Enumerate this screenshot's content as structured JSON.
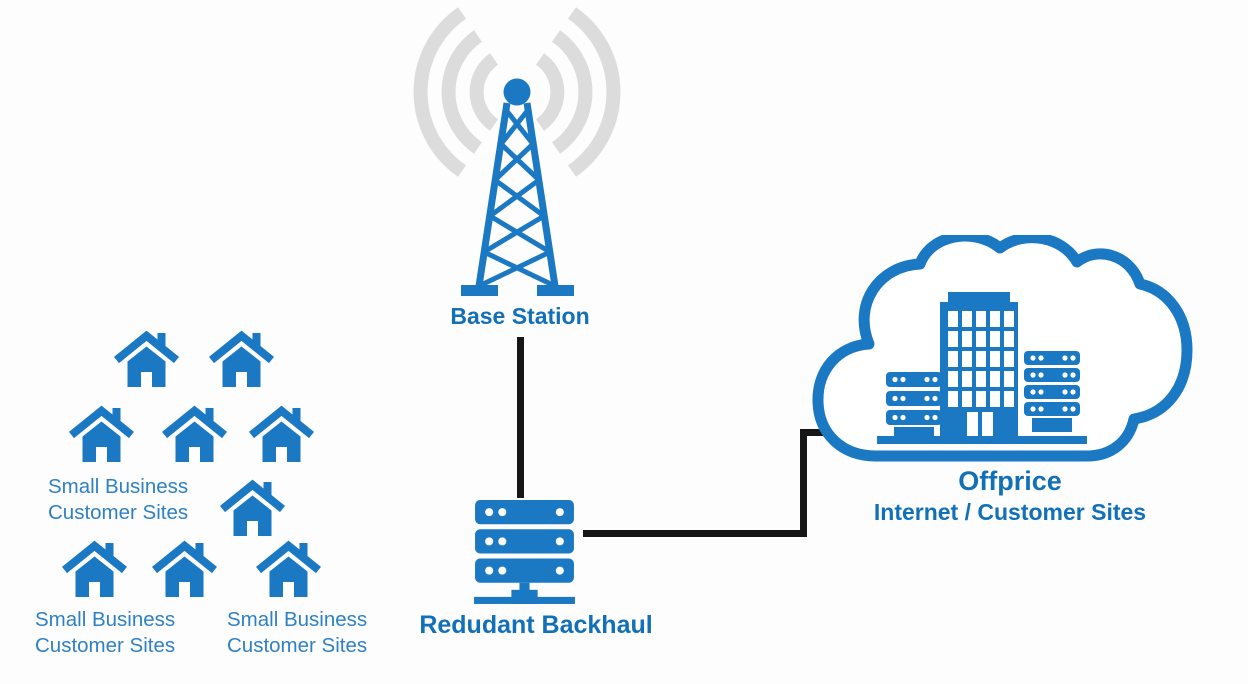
{
  "page": {
    "background": "#fdfdfe"
  },
  "colors": {
    "icon_blue": "#1b78c2",
    "label_blue": "#1270b8",
    "secondary_blue": "#2f81c3",
    "wave_gray": "#dcdcdc",
    "line_black": "#161616",
    "bg": "#fdfdfe"
  },
  "icons": {
    "base_station": "cell-tower-icon",
    "base_station_signal": "radio-waves-icon",
    "customer_site": "house-icon",
    "backhaul": "server-rack-icon",
    "cloud": "cloud-icon",
    "cloud_building": "office-building-icon",
    "cloud_left_rack": "server-rack-icon",
    "cloud_right_rack": "server-rack-icon"
  },
  "nodes": {
    "base_station": {
      "label": "Base Station"
    },
    "backhaul": {
      "label": "Redudant Backhaul"
    },
    "cloud": {
      "title": "Offprice",
      "subtitle": "Internet / Customer Sites"
    },
    "customer_clusters": [
      {
        "line1": "Small Business",
        "line2": "Customer Sites"
      },
      {
        "line1": "Small Business",
        "line2": "Customer Sites"
      },
      {
        "line1": "Small Business",
        "line2": "Customer Sites"
      }
    ]
  },
  "counts": {
    "houses": 9,
    "backhaul_rack_units": 3,
    "cloud_left_rack_units": 3,
    "cloud_right_rack_units": 4
  },
  "connections": [
    {
      "from": "base-station",
      "to": "redundant-backhaul",
      "shape": "vertical"
    },
    {
      "from": "redundant-backhaul",
      "to": "cloud",
      "shape": "elbow"
    }
  ]
}
